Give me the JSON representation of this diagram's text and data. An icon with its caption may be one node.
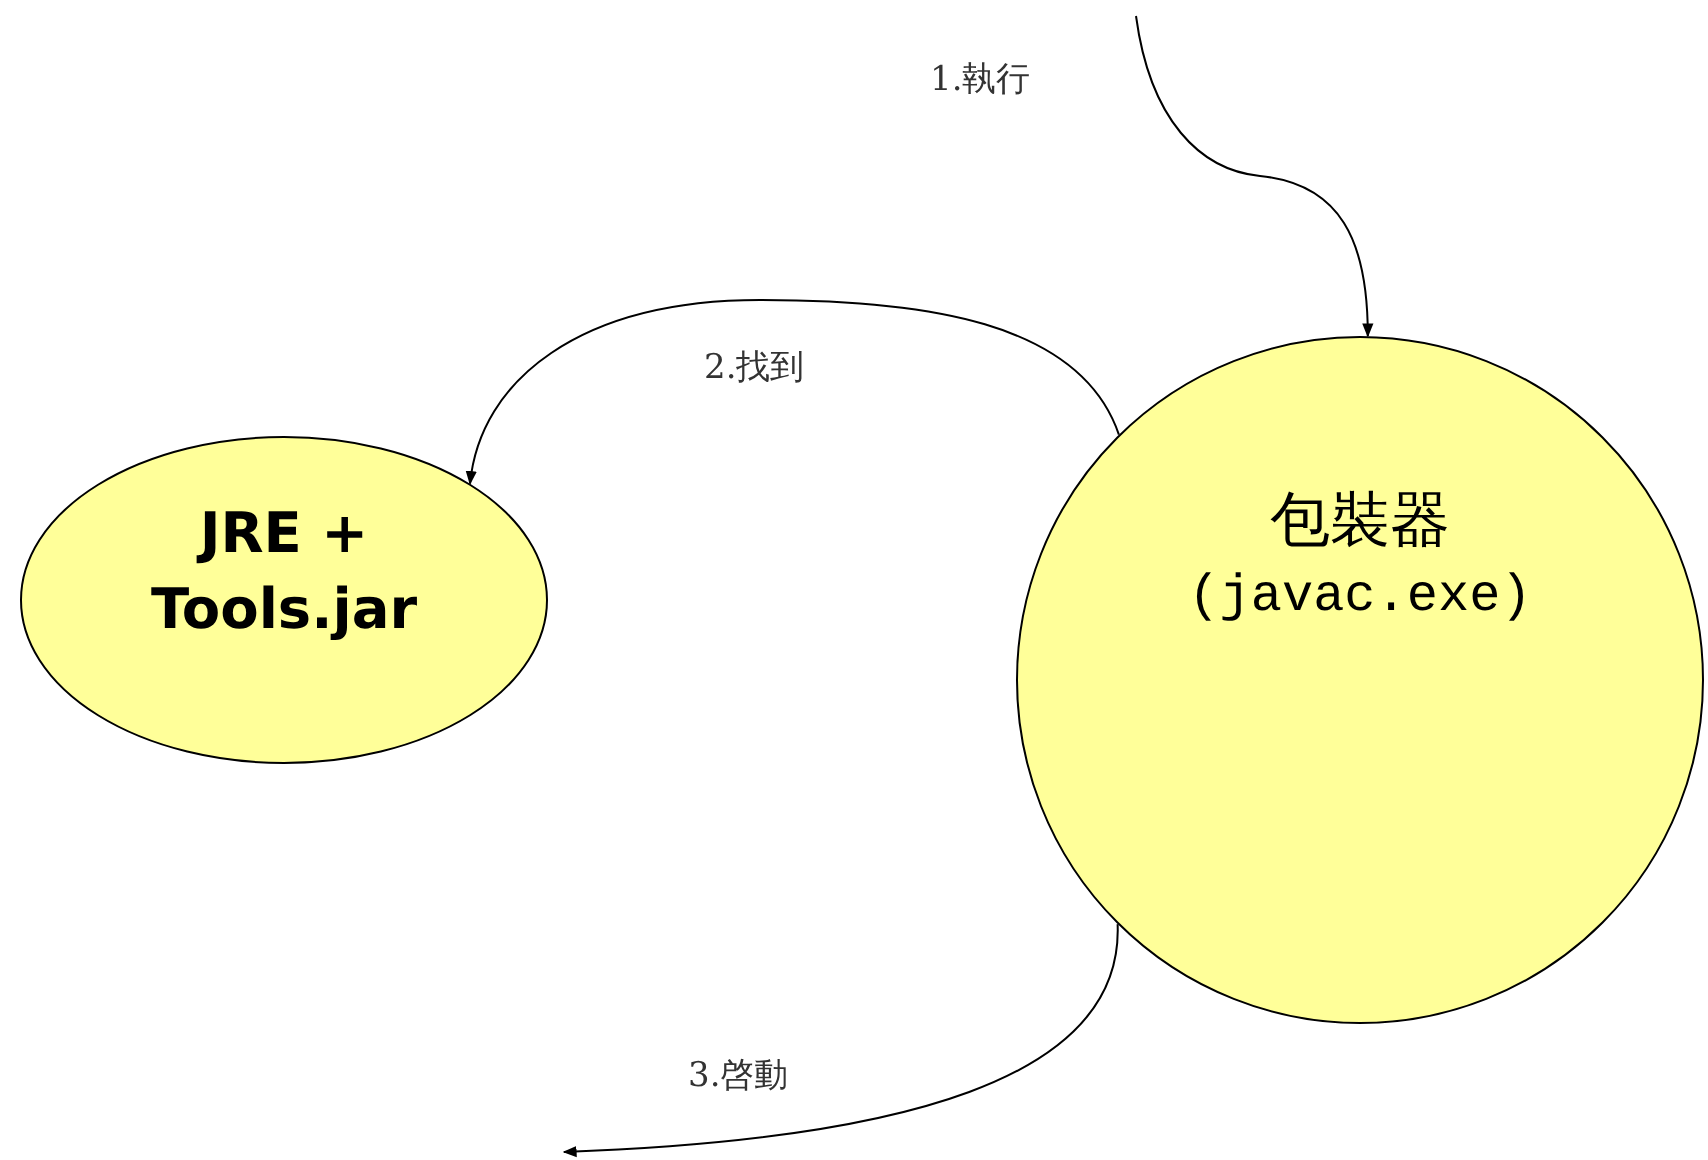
{
  "diagram": {
    "nodes": [
      {
        "text": [
          "JRE + Tools.jar"
        ]
      },
      {
        "text": [
          "包裝器",
          "(javac.exe)"
        ]
      }
    ],
    "edges": [
      {
        "from": null,
        "to": 1,
        "label": "1.執行",
        "arrow": "to"
      },
      {
        "from": 1,
        "to": 0,
        "label": "2.找到",
        "arrow": "to"
      },
      {
        "from": 1,
        "to": null,
        "label": "3.啓動",
        "arrow": "to"
      }
    ]
  }
}
